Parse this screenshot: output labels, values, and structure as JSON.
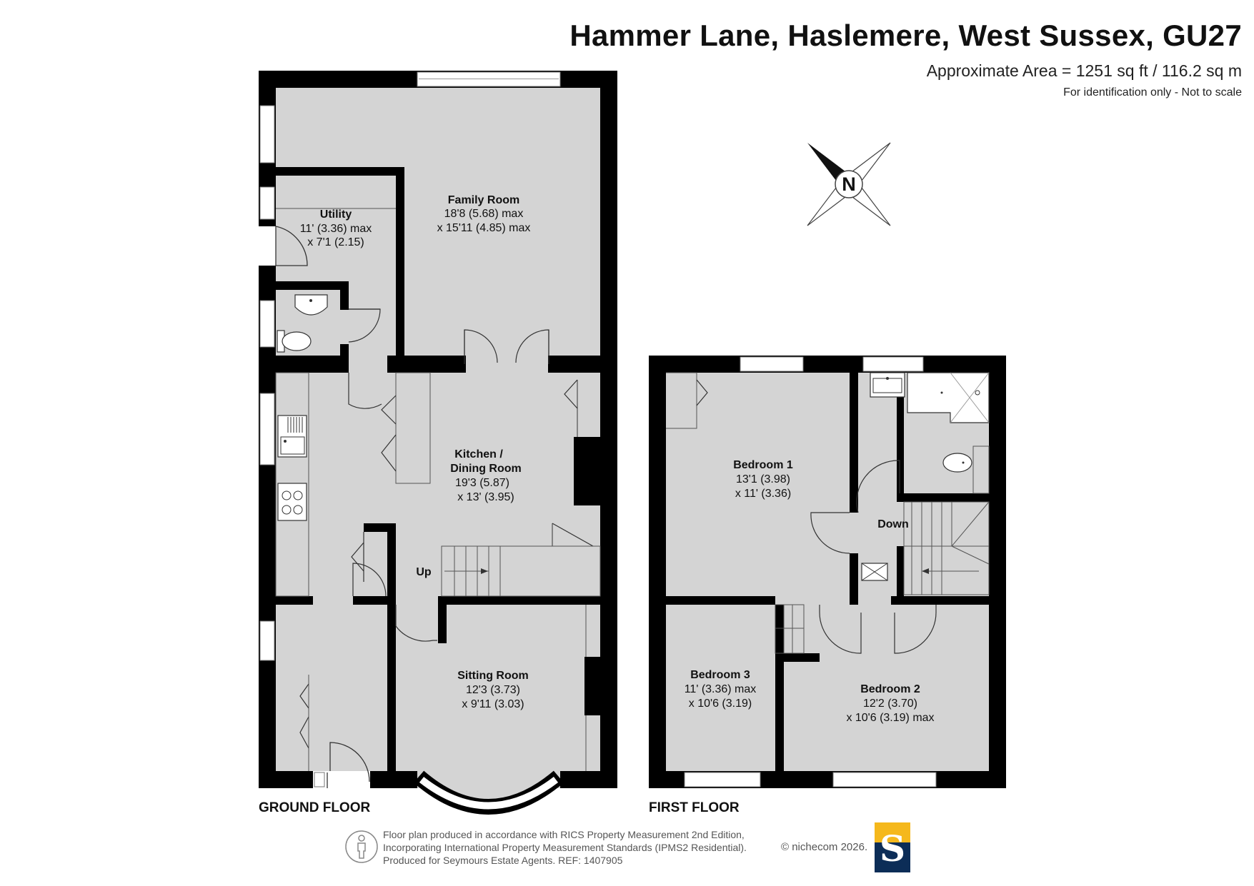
{
  "header": {
    "title": "Hammer Lane, Haslemere, West Sussex, GU27",
    "area": "Approximate Area = 1251 sq ft / 116.2 sq m",
    "note": "For identification only - Not to scale"
  },
  "compass": {
    "icon": "compass-north-icon",
    "label": "N"
  },
  "ground_floor": {
    "label": "GROUND FLOOR",
    "rooms": [
      {
        "name": "Family Room",
        "dim1": "18'8 (5.68) max",
        "dim2": "x 15'11 (4.85) max"
      },
      {
        "name": "Utility",
        "dim1": "11' (3.36) max",
        "dim2": "x 7'1 (2.15)"
      },
      {
        "name": "Kitchen /",
        "name2": "Dining Room",
        "dim1": "19'3 (5.87)",
        "dim2": "x 13' (3.95)"
      },
      {
        "name": "Sitting Room",
        "dim1": "12'3 (3.73)",
        "dim2": "x 9'11 (3.03)"
      }
    ],
    "stairs": "Up"
  },
  "first_floor": {
    "label": "FIRST FLOOR",
    "rooms": [
      {
        "name": "Bedroom 1",
        "dim1": "13'1 (3.98)",
        "dim2": "x 11' (3.36)"
      },
      {
        "name": "Bedroom 3",
        "dim1": "11' (3.36) max",
        "dim2": "x 10'6 (3.19)"
      },
      {
        "name": "Bedroom 2",
        "dim1": "12'2 (3.70)",
        "dim2": "x 10'6 (3.19) max"
      }
    ],
    "stairs": "Down"
  },
  "footer": {
    "line1": "Floor plan produced in accordance with RICS Property Measurement 2nd Edition,",
    "line2": "Incorporating International Property Measurement Standards (IPMS2 Residential).",
    "line3": "Produced for Seymours Estate Agents.   REF: 1407905",
    "copyright": "© nichecom 2026.",
    "logo_letter": "S",
    "logo_colors": {
      "top": "#f5b81c",
      "bottom": "#0c2d57"
    }
  },
  "colors": {
    "wall": "#000000",
    "floor": "#d4d4d4",
    "window": "#ffffff"
  }
}
